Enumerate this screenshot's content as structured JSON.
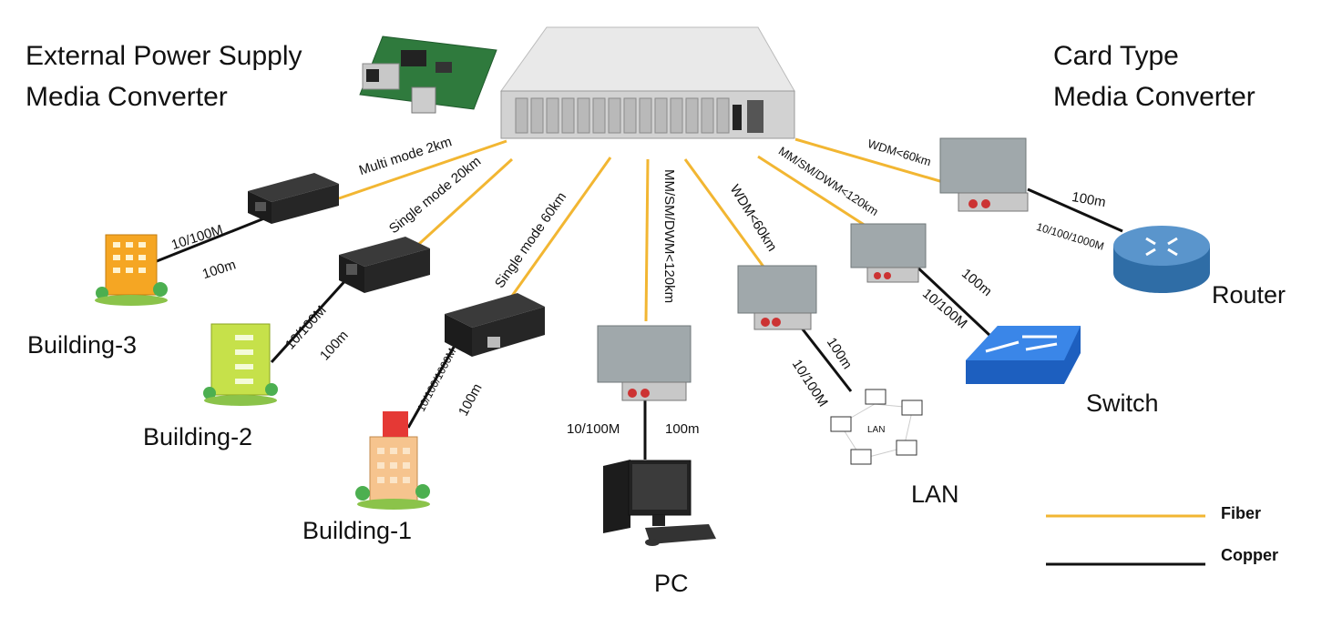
{
  "titles": {
    "left_line1": "External Power Supply",
    "left_line2": "Media Converter",
    "right_line1": "Card Type",
    "right_line2": "Media Converter"
  },
  "nodes": {
    "building3": "Building-3",
    "building2": "Building-2",
    "building1": "Building-1",
    "pc": "PC",
    "lan": "LAN",
    "lan_inner": "LAN",
    "switch": "Switch",
    "router": "Router"
  },
  "fiber_links": {
    "building3": "Multi mode 2km",
    "building2": "Single mode 20km",
    "building1": "Single mode 60km",
    "pc": "MM/SM/DWM<120km",
    "lan": "WDM<60km",
    "switch": "MM/SM/DWM<120km",
    "router": "WDM<60km"
  },
  "copper_links": {
    "building3_speed": "10/100M",
    "building3_dist": "100m",
    "building2_speed": "10/100M",
    "building2_dist": "100m",
    "building1_speed": "10/100/1000M",
    "building1_dist": "100m",
    "pc_speed": "10/100M",
    "pc_dist": "100m",
    "lan_speed": "10/100M",
    "lan_dist": "100m",
    "switch_dist": "100m",
    "switch_speed": "10/100M",
    "router_dist": "100m",
    "router_speed": "10/100/1000M"
  },
  "legend": {
    "fiber": "Fiber",
    "copper": "Copper"
  },
  "colors": {
    "fiber": "#f2b632",
    "copper": "#111111",
    "chassis": "#dcdcdc",
    "card": "#9aa3a6",
    "converter": "#2b2b2b",
    "switch": "#2f6fd1",
    "router": "#3f7fb6"
  }
}
